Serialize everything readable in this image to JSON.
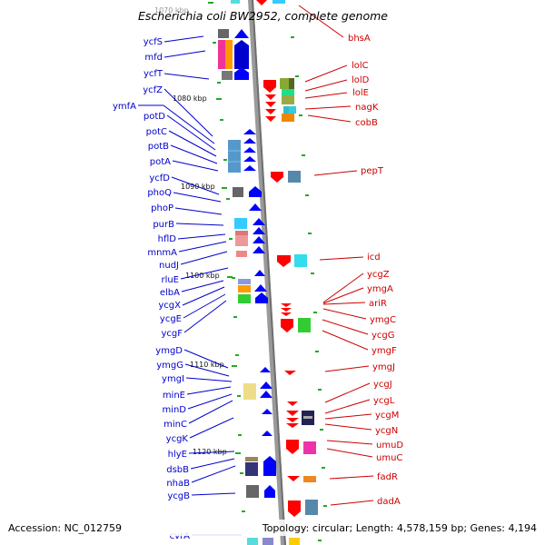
{
  "title": "Escherichia coli BW2952, complete genome",
  "footer": {
    "accession": "Accession: NC_012759",
    "summary": "Topology: circular; Length: 4,578,159 bp; Genes: 4,194"
  },
  "colors": {
    "backbone": "#9a9a9a",
    "plus_strand": "#0000ff",
    "minus_strand": "#ff0000",
    "left_labels": "#0000cc",
    "right_labels": "#cc0000",
    "tick": "#22aa22"
  },
  "kbp_marks": [
    "1070 kbp",
    "1080 kbp",
    "1090 kbp",
    "1100 kbp",
    "1110 kbp",
    "1120 kbp"
  ],
  "left_genes": [
    "ycfS",
    "mfd",
    "ycfT",
    "ycfZ",
    "ymfA",
    "potD",
    "potC",
    "potB",
    "potA",
    "ycfD",
    "phoQ",
    "phoP",
    "purB",
    "hflD",
    "mnmA",
    "nudJ",
    "rluE",
    "elbA",
    "ycgX",
    "ycgE",
    "ycgF",
    "ymgD",
    "ymgG",
    "ymgI",
    "minE",
    "minD",
    "minC",
    "ycgK",
    "hlyE",
    "dsbB",
    "nhaB",
    "ycgB",
    "cvrA"
  ],
  "right_genes": [
    "bhsA",
    "lolC",
    "lolD",
    "lolE",
    "nagK",
    "cobB",
    "pepT",
    "icd",
    "ycgZ",
    "ymgA",
    "ariR",
    "ymgC",
    "ycgG",
    "ymgF",
    "ymgJ",
    "ycgJ",
    "ycgL",
    "ycgM",
    "ycgN",
    "umuD",
    "umuC",
    "fadR",
    "dadA"
  ]
}
